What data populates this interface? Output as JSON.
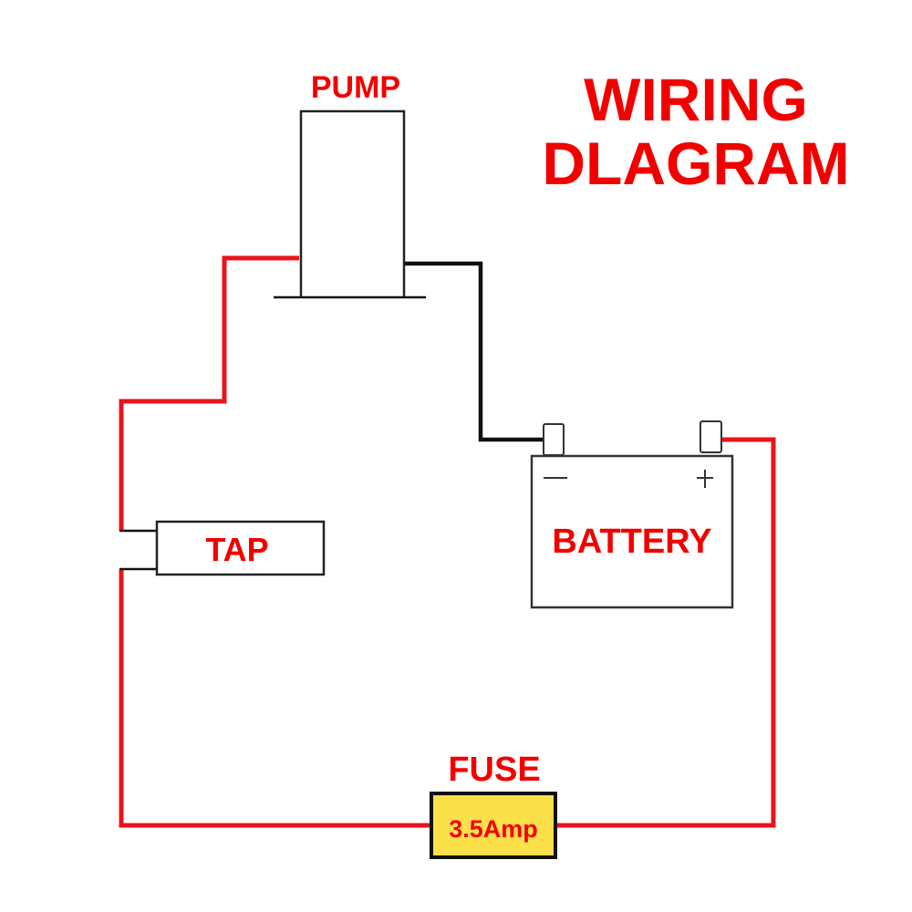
{
  "title": {
    "line1": "WIRING",
    "line2": "DLAGRAM"
  },
  "components": {
    "pump": {
      "label": "PUMP"
    },
    "battery": {
      "label": "BATTERY",
      "negative_symbol": "−",
      "positive_symbol": "+"
    },
    "tap": {
      "label": "TAP"
    },
    "fuse": {
      "label": "FUSE",
      "rating": "3.5Amp"
    }
  },
  "colors": {
    "positive_wire": "#e8141c",
    "negative_wire": "#111111",
    "label_text": "#f20000",
    "fuse_fill": "#fbe04a",
    "outline": "#222222"
  }
}
